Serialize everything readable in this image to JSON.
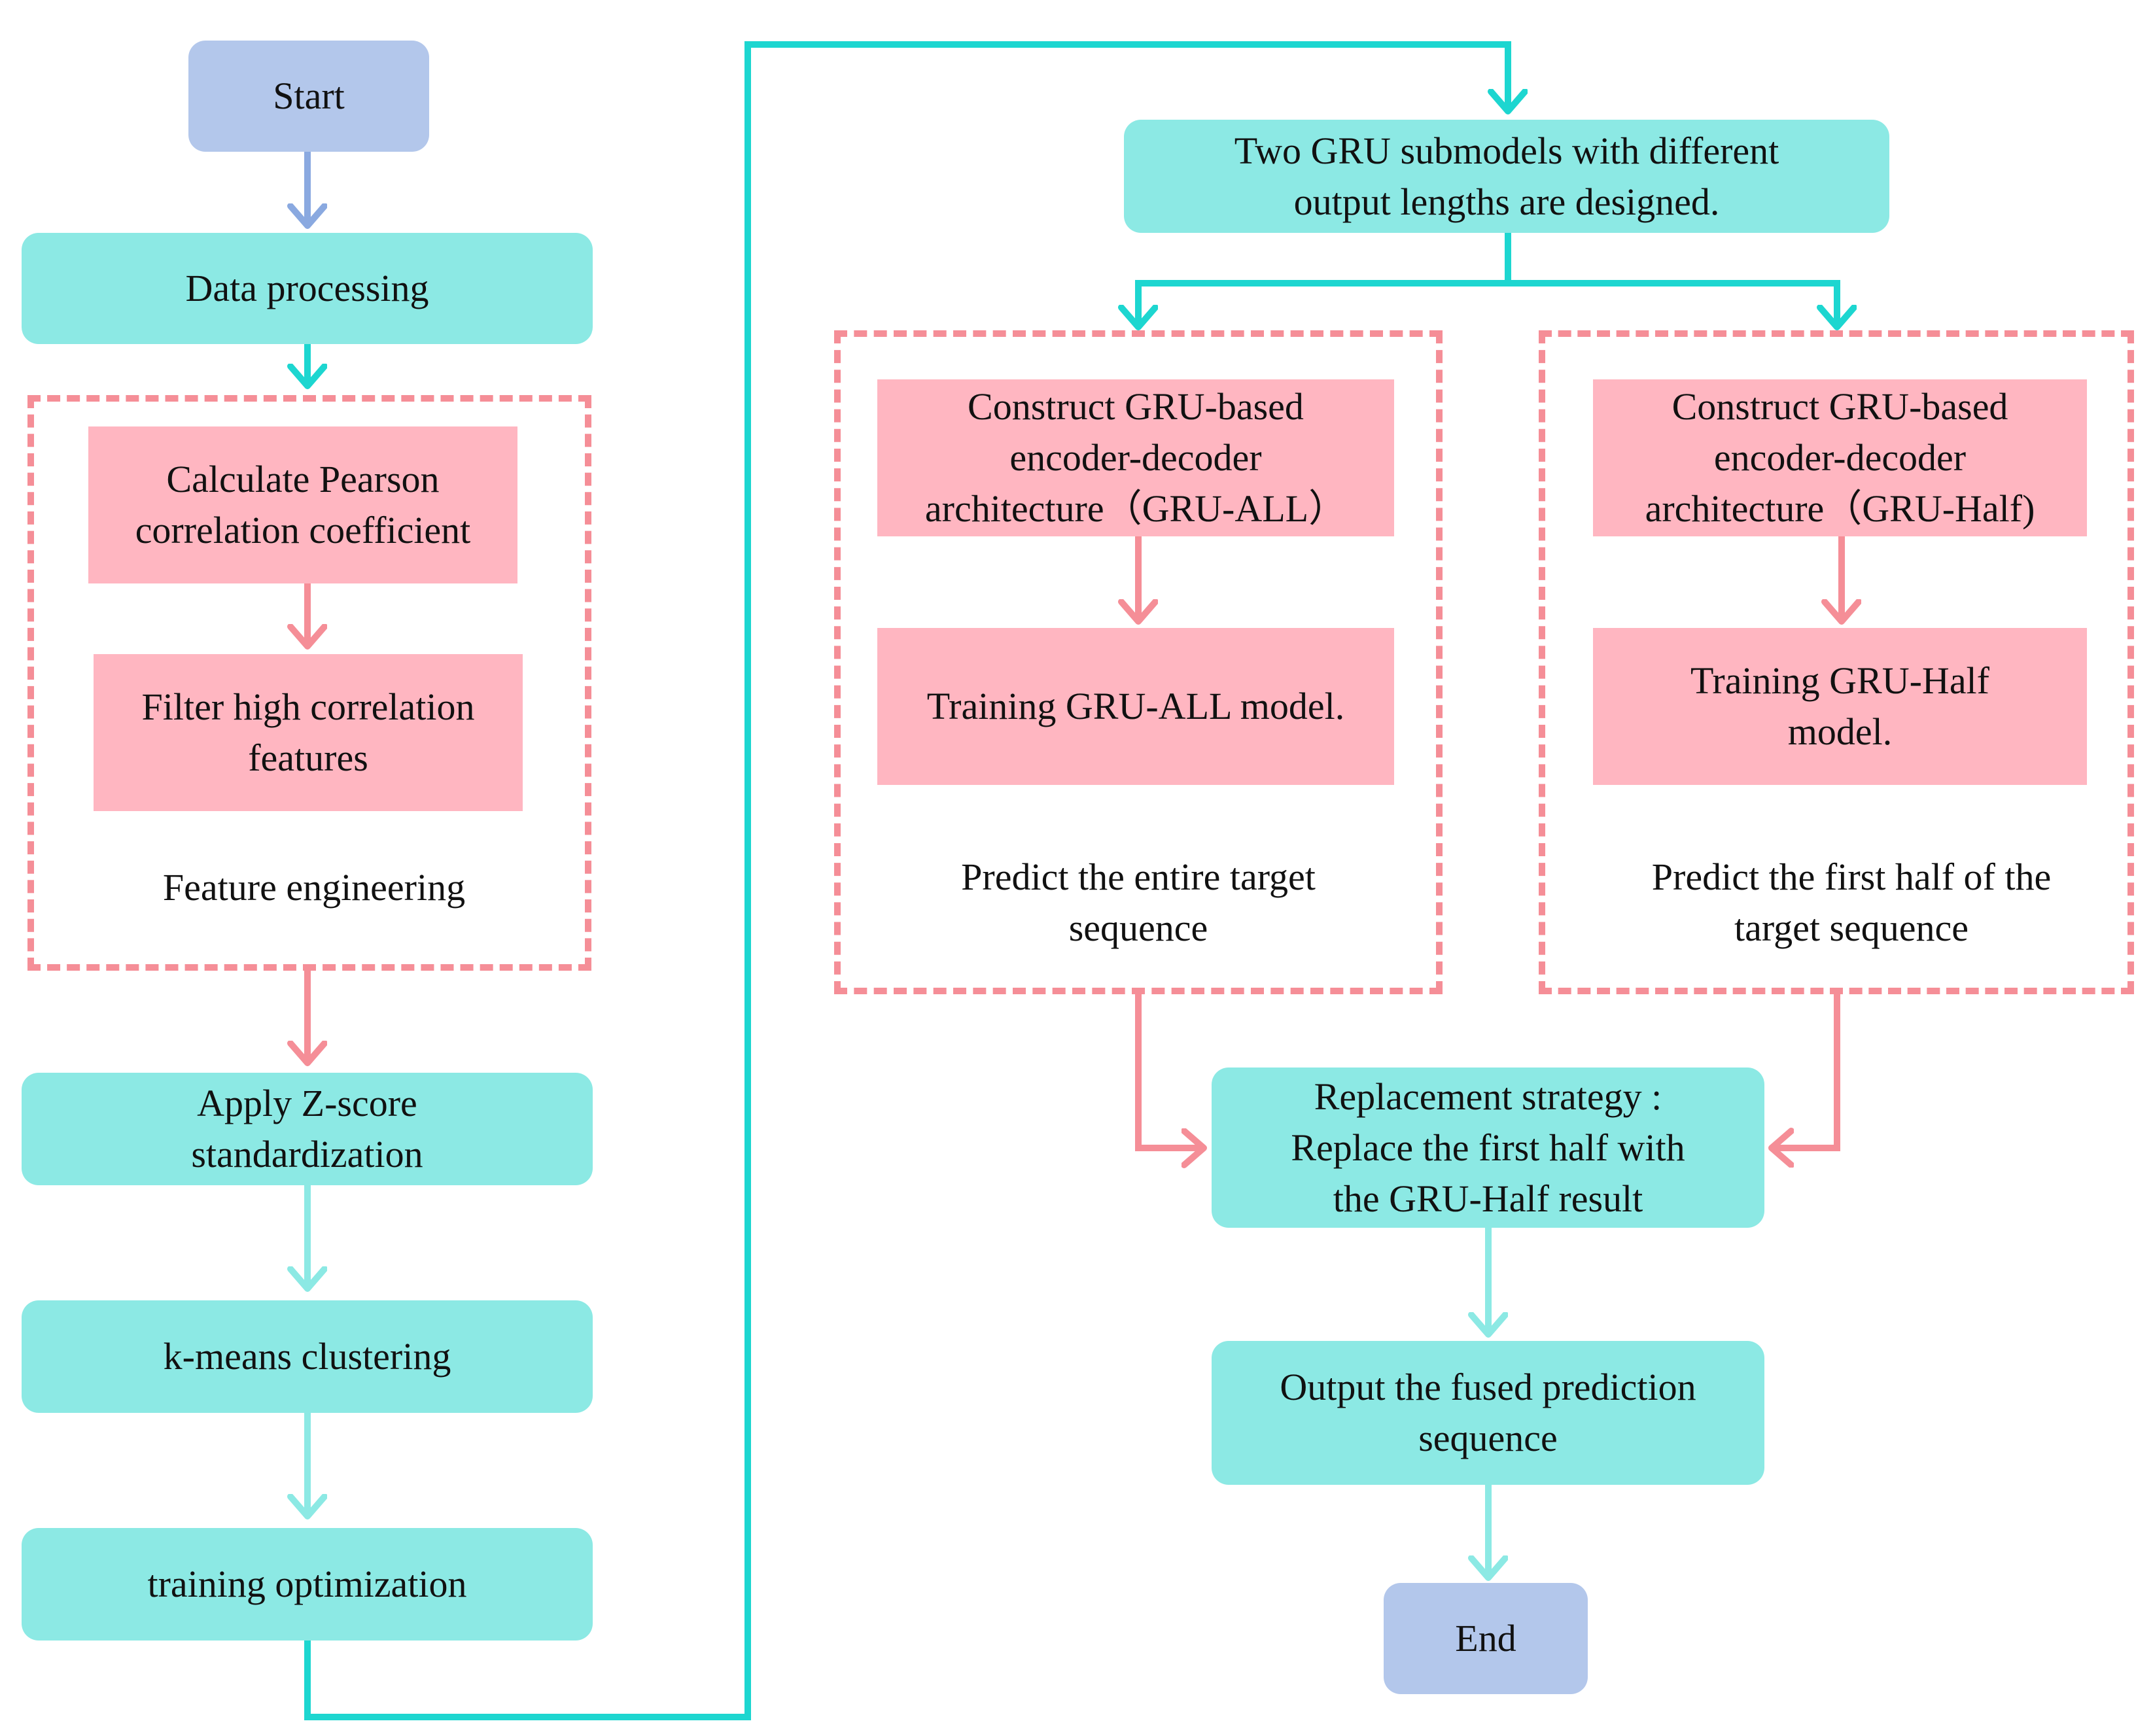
{
  "nodes": {
    "start": "Start",
    "data_processing": "Data processing",
    "pearson": "Calculate Pearson\ncorrelation coefficient",
    "filter": "Filter high correlation\nfeatures",
    "zscore": "Apply Z-score\nstandardization",
    "kmeans": "k-means clustering",
    "training_opt": "training optimization",
    "two_gru": "Two GRU submodels with different\noutput lengths are designed.",
    "construct_all": "Construct GRU-based\nencoder-decoder\narchitecture（GRU-ALL）",
    "train_all": "Training GRU-ALL model.",
    "construct_half": "Construct GRU-based\nencoder-decoder\narchitecture（GRU-Half)",
    "train_half": "Training GRU-Half\nmodel.",
    "replacement": "Replacement strategy :\nReplace the first half with\nthe GRU-Half result",
    "output": "Output the fused prediction\nsequence",
    "end": "End"
  },
  "groups": {
    "feature_engineering": "Feature engineering",
    "predict_entire": "Predict the entire target\nsequence",
    "predict_half": "Predict the first half of the\ntarget sequence"
  },
  "colors": {
    "teal_box": "#8ce9e4",
    "blue_box": "#b3c7eb",
    "pink_box": "#ffb6c1",
    "pink_dash": "#f58e97",
    "teal_line": "#1dd6d0",
    "light_teal_line": "#8ce9e4",
    "blue_arrow": "#8aa9e0",
    "pink_arrow": "#f58e97"
  }
}
